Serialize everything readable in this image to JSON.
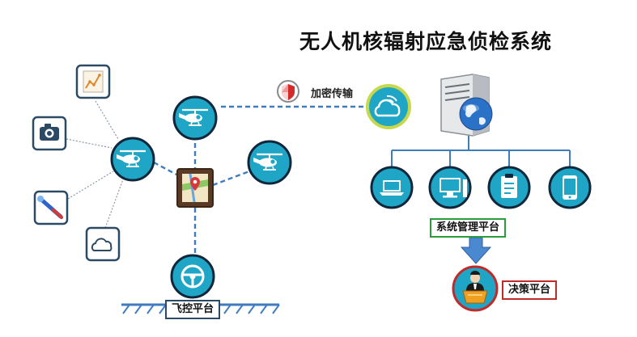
{
  "title": "无人机核辐射应急侦检系统",
  "labels": {
    "encrypted_transmission": "加密传输",
    "system_management_platform": "系统管理平台",
    "decision_platform": "决策平台",
    "flight_control_platform": "飞控平台"
  },
  "icons": {
    "sensor_panel": [
      "chart-icon",
      "camera-icon",
      "spray-probe-icon",
      "cloud-icon"
    ],
    "drones": [
      "drone-icon",
      "drone-icon",
      "drone-icon"
    ],
    "central": "map-location-icon",
    "ground": "steering-wheel-icon",
    "security": "shield-icon",
    "network": "cloud-wifi-icon",
    "server": "server-globe-icon",
    "terminals": [
      "laptop-icon",
      "desktop-icon",
      "clipboard-icon",
      "mobile-phone-icon"
    ],
    "decision": "speaker-podium-icon"
  },
  "colors": {
    "node_fill": "#1fa6c7",
    "node_ring_dark": "#10263a",
    "network_ring": "#c7d84a",
    "connector_blue": "#3f7cbf",
    "sensor_border": "#2a4a66",
    "green_label": "#2a9d3a",
    "red_label": "#c22a2a",
    "arrow": "#4a88d0"
  }
}
